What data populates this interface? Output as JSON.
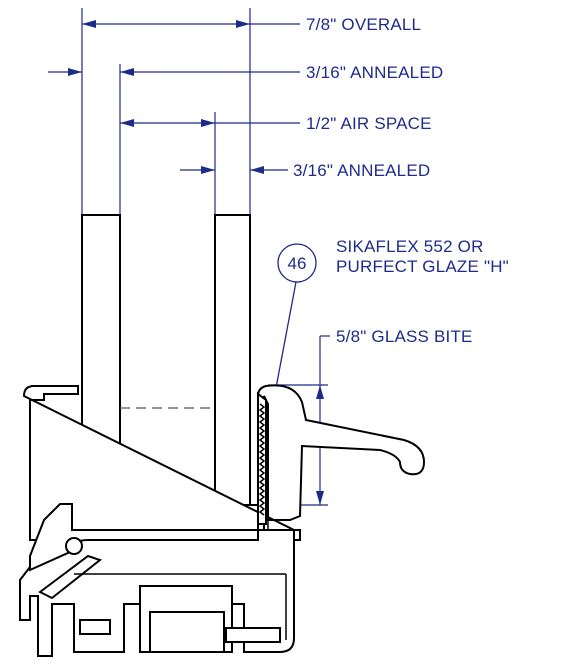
{
  "dimensions": {
    "overall": "7/8\"  OVERALL",
    "glass_outer": "3/16\"  ANNEALED",
    "air_space": "1/2\"  AIR SPACE",
    "glass_inner": "3/16\"  ANNEALED",
    "glass_bite": "5/8\"  GLASS BITE"
  },
  "callout": {
    "number": "46",
    "note_line1": "SIKAFLEX 552 OR",
    "note_line2": "PURFECT GLAZE \"H\""
  },
  "colors": {
    "annotation": "#1f2b8a",
    "object": "#000000"
  }
}
